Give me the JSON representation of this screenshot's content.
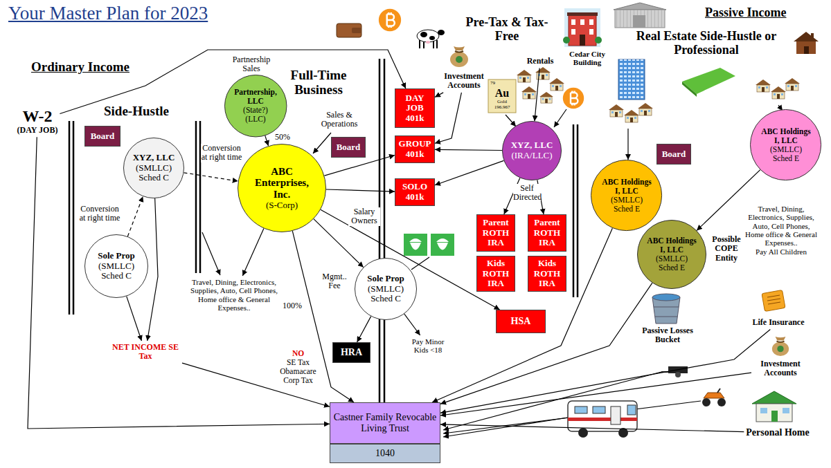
{
  "diagram": {
    "title": "Your Master Plan for 2023",
    "nodes": [
      {
        "text": [
          "W-2",
          "(DAY JOB)"
        ]
      },
      {
        "text": [
          "Board"
        ]
      },
      {
        "text": [
          "XYZ, LLC",
          "(SMLLC)",
          "Sched C"
        ]
      },
      {
        "text": [
          "Sole Prop",
          "(SMLLC)",
          "Sched C"
        ]
      },
      {
        "text": [
          "NET INCOME SE Tax"
        ]
      },
      {
        "text": [
          "Partnership, LLC",
          "(State?)",
          "(LLC)"
        ]
      },
      {
        "text": [
          "ABC Enterprises, Inc.",
          "(S-Corp)"
        ]
      },
      {
        "text": [
          "Board"
        ]
      },
      {
        "text": [
          "Travel, Dining, Electronics, Supplies, Auto, Cell Phones, Home office & General Expenses.."
        ]
      },
      {
        "text": [
          "Sole Prop",
          "(SMLLC)",
          "Sched C"
        ]
      },
      {
        "text": [
          "HRA"
        ]
      },
      {
        "text": [
          "Pay Minor Kids <18"
        ]
      },
      {
        "text": [
          "NO",
          "SE Tax Obamacare Corp Tax"
        ]
      },
      {
        "text": [
          "Investment Accounts"
        ]
      },
      {
        "text": [
          "DAY JOB 401k"
        ]
      },
      {
        "text": [
          "GROUP 401k"
        ]
      },
      {
        "text": [
          "SOLO 401k"
        ]
      },
      {
        "text": [
          "Rentals"
        ]
      },
      {
        "text": [
          "XYZ, LLC",
          "(IRA/LLC)"
        ]
      },
      {
        "text": [
          "Parent ROTH IRA"
        ]
      },
      {
        "text": [
          "Parent ROTH IRA"
        ]
      },
      {
        "text": [
          "Kids ROTH IRA"
        ]
      },
      {
        "text": [
          "Kids ROTH IRA"
        ]
      },
      {
        "text": [
          "HSA"
        ]
      },
      {
        "text": [
          "Castner Family Revocable Living Trust"
        ]
      },
      {
        "text": [
          "1040"
        ]
      },
      {
        "text": [
          "ABC Holdings I, LLC",
          "(SMLLC)",
          "Sched E"
        ]
      },
      {
        "text": [
          "Board"
        ]
      },
      {
        "text": [
          "ABC Holdings I, LLC",
          "(SMLLC)",
          "Sched E"
        ]
      },
      {
        "text": [
          "ABC Holdings I, LLC",
          "(SMLLC)",
          "Sched E"
        ]
      },
      {
        "text": [
          "Travel, Dining, Electronics, Supplies, Auto, Cell Phones, Home office & General Expenses..",
          "Pay All Children"
        ]
      },
      {
        "text": [
          "Life Insurance"
        ]
      },
      {
        "text": [
          "Investment Accounts"
        ]
      },
      {
        "text": [
          "Personal Home"
        ]
      },
      {
        "text": [
          "Passive Losses Bucket"
        ]
      }
    ],
    "edges": [
      {
        "from": 0,
        "to": 14,
        "arrow": "to"
      },
      {
        "from": 0,
        "to": 24,
        "arrow": "to"
      },
      {
        "from": 2,
        "to": 4,
        "arrow": "to"
      },
      {
        "from": 3,
        "to": 4,
        "arrow": "to"
      },
      {
        "from": 3,
        "to": 2,
        "arrow": "to",
        "label": "Conversion at right time"
      },
      {
        "from": 2,
        "to": 6,
        "arrow": "to",
        "label": "Conversion at right time"
      },
      {
        "from": 4,
        "to": 24,
        "arrow": "to"
      },
      {
        "from": 5,
        "to": 6,
        "arrow": "to",
        "label": "50%"
      },
      {
        "from": 6,
        "to": 8,
        "arrow": "to"
      },
      {
        "from": 6,
        "to": 15,
        "arrow": "to"
      },
      {
        "from": 6,
        "to": 16,
        "arrow": "to"
      },
      {
        "from": 6,
        "to": 9,
        "arrow": "to",
        "label": "Mgmt.. Fee"
      },
      {
        "from": 6,
        "to": 24,
        "arrow": "to",
        "label": "100%"
      },
      {
        "from": 6,
        "to": 23,
        "arrow": "to",
        "label": "Salary Owners"
      },
      {
        "from": 9,
        "to": 10,
        "arrow": "to"
      },
      {
        "from": 9,
        "to": 11,
        "arrow": "to"
      },
      {
        "from": 13,
        "to": 14,
        "arrow": "to"
      },
      {
        "from": 13,
        "to": 15,
        "arrow": "to"
      },
      {
        "from": 17,
        "to": 18,
        "arrow": "to"
      },
      {
        "from": 18,
        "to": 15,
        "arrow": "to"
      },
      {
        "from": 18,
        "to": 16,
        "arrow": "to"
      },
      {
        "from": 18,
        "to": 19,
        "arrow": "to"
      },
      {
        "from": 18,
        "to": 20,
        "arrow": "to"
      },
      {
        "from": 26,
        "to": 24,
        "arrow": "to"
      },
      {
        "from": 28,
        "to": 29,
        "arrow": "to"
      },
      {
        "from": 29,
        "to": 24,
        "arrow": "to"
      },
      {
        "from": 31,
        "to": 24,
        "arrow": "to"
      },
      {
        "from": 32,
        "to": 24,
        "arrow": "to"
      },
      {
        "from": 33,
        "to": 24,
        "arrow": "to"
      }
    ],
    "labels": [
      "Ordinary Income",
      "Side-Hustle",
      "Partnership Sales",
      "Full-Time Business",
      "Sales & Operations",
      "Pre-Tax & Tax-Free",
      "Cedar City Building",
      "Passive Income",
      "Real Estate Side-Hustle or Professional",
      "79",
      "Au",
      "Gold",
      "196.967",
      "Self Directed",
      "Possible COPE Entity"
    ]
  }
}
